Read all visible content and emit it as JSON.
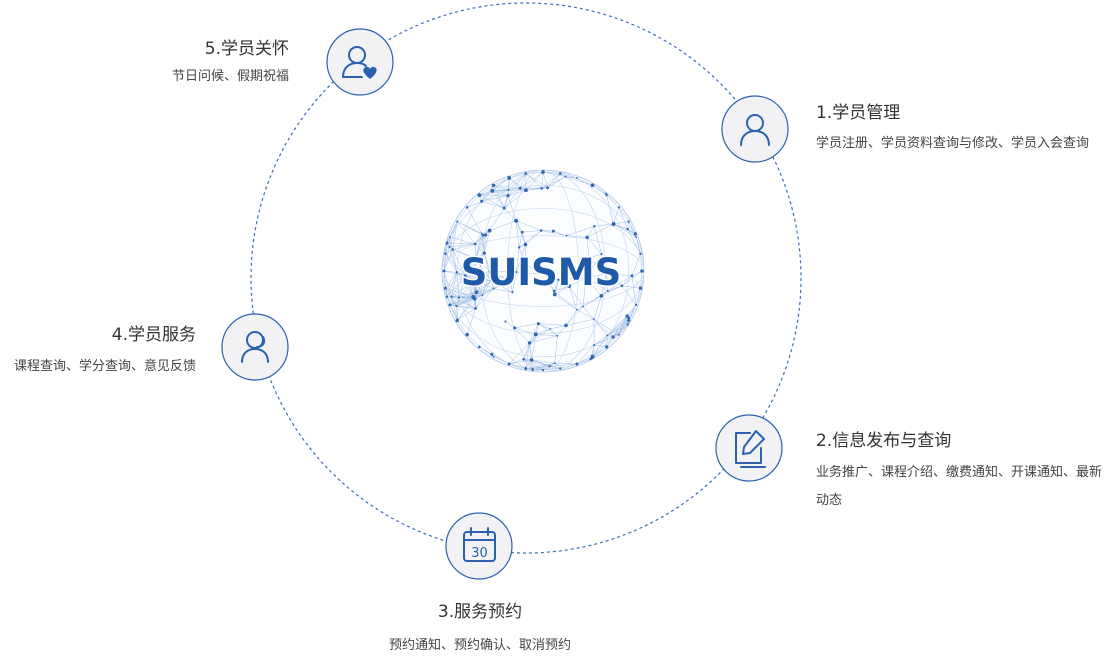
{
  "logo": {
    "text": "SUISMS"
  },
  "features": [
    {
      "id": "f1",
      "title": "1.学员管理",
      "desc": "学员注册、学员资料查询与修改、学员入会查询",
      "icon": "user-icon"
    },
    {
      "id": "f2",
      "title": "2.信息发布与查询",
      "desc": "业务推广、课程介绍、缴费通知、开课通知、最新动态",
      "icon": "edit-document-icon"
    },
    {
      "id": "f3",
      "title": "3.服务预约",
      "desc": "预约通知、预约确认、取消预约",
      "icon": "calendar-icon",
      "icon_text": "30"
    },
    {
      "id": "f4",
      "title": "4.学员服务",
      "desc": "课程查询、学分查询、意见反馈",
      "icon": "headset-user-icon"
    },
    {
      "id": "f5",
      "title": "5.学员关怀",
      "desc": "节日问候、假期祝福",
      "icon": "user-heart-icon"
    }
  ],
  "colors": {
    "accent": "#2a62b0",
    "ring": "#3b6fb8",
    "icon_bg": "#f2f2f4",
    "title": "#333333",
    "desc": "#444444"
  }
}
